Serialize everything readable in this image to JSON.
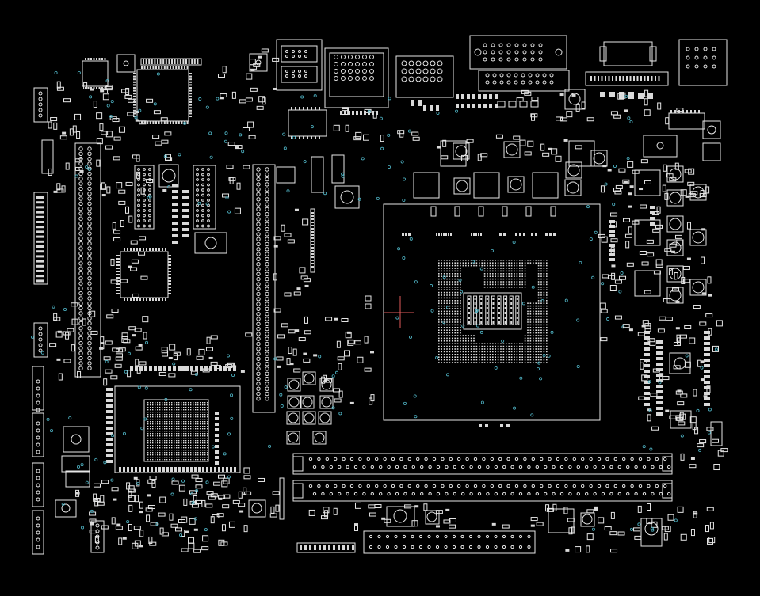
{
  "viewer": {
    "background": "#000000",
    "outline_color": "#e6e6e6",
    "via_color": "#4fb3c4",
    "cursor_color": "#e05a5a"
  },
  "board": {
    "description_visible_text": [],
    "layers_shown": [
      "component-outlines",
      "pads",
      "vias"
    ]
  }
}
